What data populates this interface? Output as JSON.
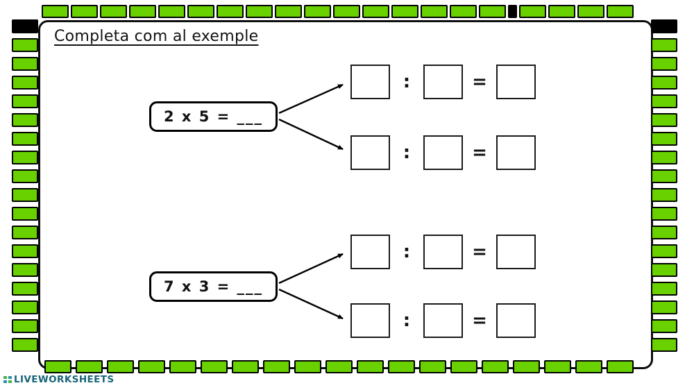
{
  "title": "Completa com al exemple",
  "symbols": {
    "colon": ":",
    "equals": "="
  },
  "problems": [
    {
      "label": "2 x 5 = ___"
    },
    {
      "label": "7 x 3 = ___"
    }
  ],
  "footer": {
    "brand": "LIVEWORKSHEETS"
  },
  "colors": {
    "tile_green": "#69d100",
    "brand_teal": "#176477"
  }
}
